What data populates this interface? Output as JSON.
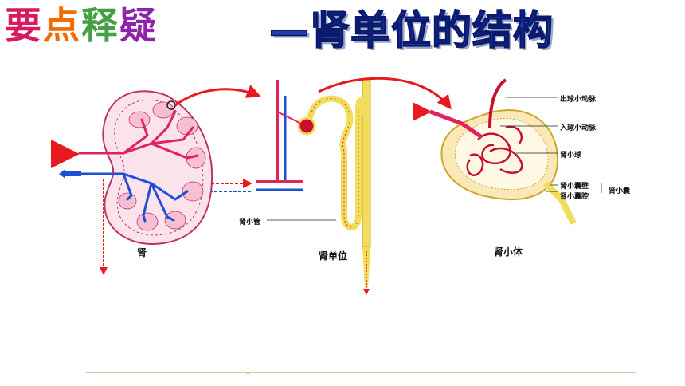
{
  "title": {
    "left_chars": [
      "要",
      "点",
      "释",
      "疑"
    ],
    "left_colors": [
      "#d81b60",
      "#ef6c00",
      "#43a047",
      "#8e24aa"
    ],
    "right": "—肾单位的结构"
  },
  "labels": {
    "kidney": "肾",
    "nephron": "肾单位",
    "renal_corpuscle": "肾小体",
    "renal_tubule": "肾小管",
    "efferent_arteriole": "出球小动脉",
    "afferent_arteriole": "入球小动脉",
    "glomerulus": "肾小球",
    "capsule_wall": "肾小囊壁",
    "capsule_cavity": "肾小囊腔",
    "capsule_group": "肾小囊"
  },
  "colors": {
    "artery": "#e0235a",
    "vein": "#1b4fd6",
    "tubule": "#f2dc5a",
    "kidney_fill": "#fbe3ec",
    "title_blue": "#1f3fb0",
    "arrow": "#e8191f"
  }
}
